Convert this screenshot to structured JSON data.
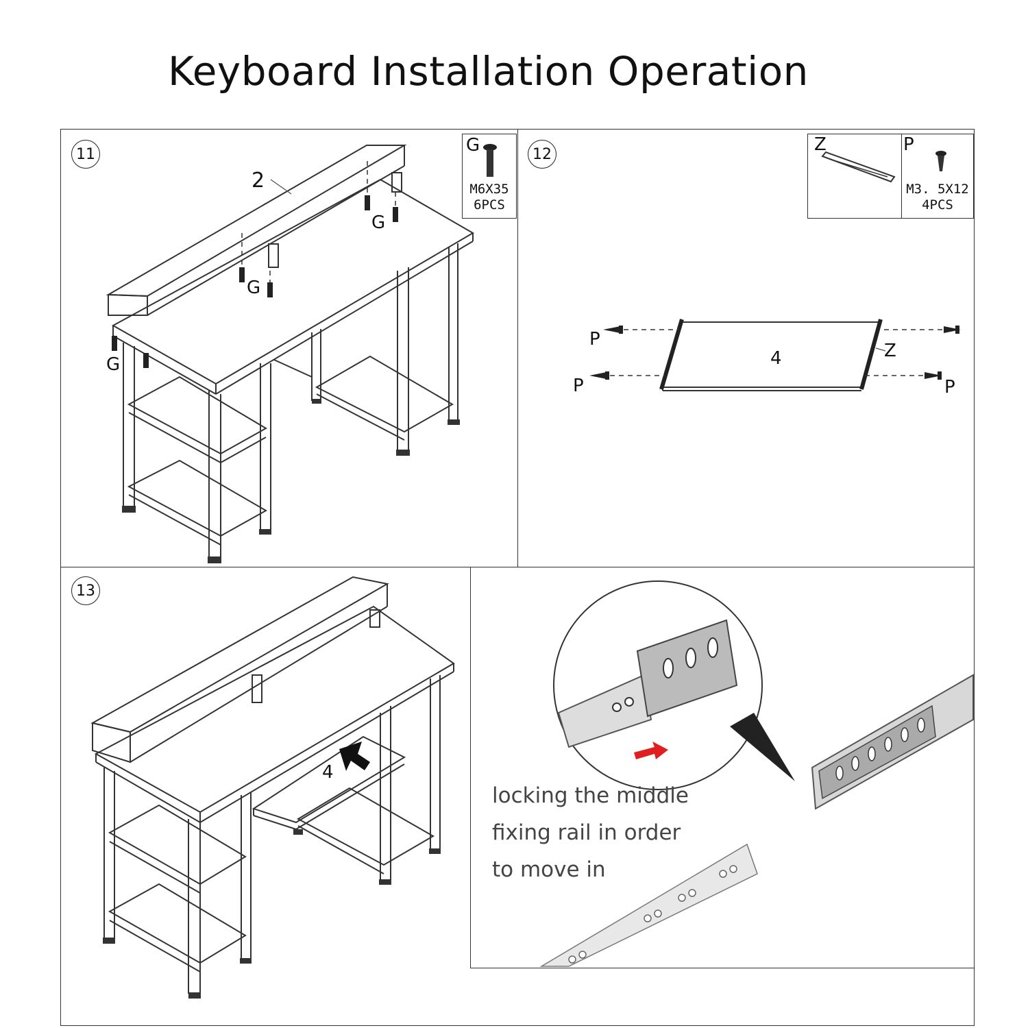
{
  "title": "Keyboard Installation Operation",
  "step11": {
    "number": "11",
    "part_label": "2",
    "screw_letter": "G",
    "spec_size": "M6X35",
    "spec_qty": "6PCS"
  },
  "step12": {
    "number": "12",
    "rail_letter": "Z",
    "screw_letter": "P",
    "spec_size": "M3. 5X12",
    "spec_qty": "4PCS",
    "board_label": "4"
  },
  "step13": {
    "number": "13",
    "board_label": "4"
  },
  "detail": {
    "caption_lines": [
      "locking the middle",
      "fixing rail in order",
      "to move in"
    ],
    "arrow_color": "#e02020"
  }
}
